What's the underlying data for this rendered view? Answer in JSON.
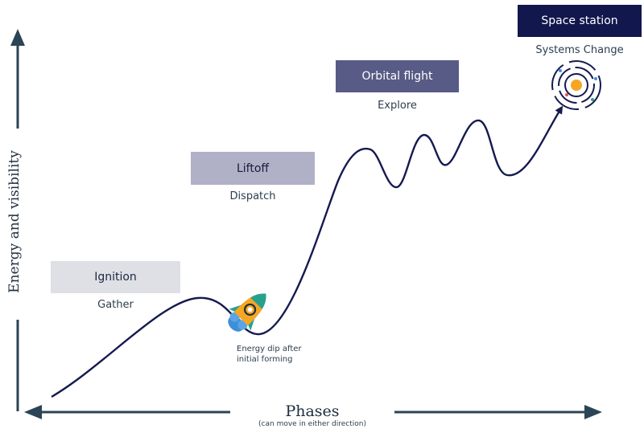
{
  "phases": [
    {
      "name": "Ignition",
      "subtitle": "Gather"
    },
    {
      "name": "Liftoff",
      "subtitle": "Dispatch"
    },
    {
      "name": "Orbital flight",
      "subtitle": "Explore"
    },
    {
      "name": "Space station",
      "subtitle": "Systems Change"
    }
  ],
  "annotation": {
    "line1": "Energy dip after",
    "line2": "initial forming"
  },
  "x_axis": {
    "title": "Phases",
    "subtitle": "(can move in either direction)"
  },
  "y_axis": {
    "title": "Energy and visibility"
  },
  "icons": {
    "rocket": "rocket-icon",
    "orbit": "orbit-target-icon"
  },
  "colors": {
    "axis": "#2b4456",
    "curve": "#151a4f",
    "ignition": "#dfe0e6",
    "liftoff": "#b0b0c6",
    "orbital": "#575b85",
    "station": "#12174d",
    "rocket_body": "#f5a623",
    "rocket_fin": "#27a08f",
    "rocket_flame": "#3f8fd6",
    "sun": "#f5a623"
  }
}
